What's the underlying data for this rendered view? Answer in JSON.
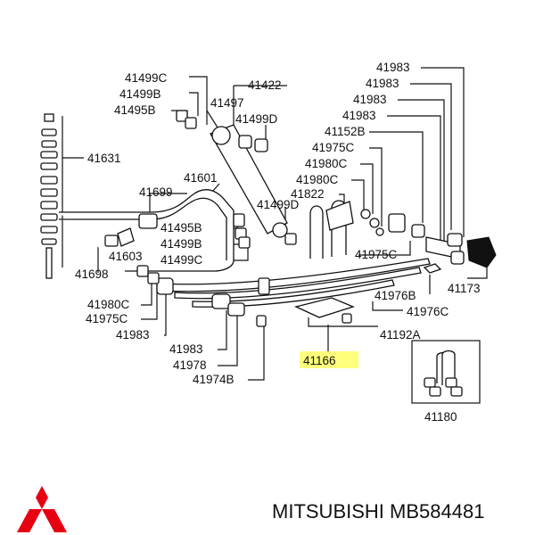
{
  "labels": {
    "p41499C_top": "41499C",
    "p41499B_top": "41499B",
    "p41495B_top": "41495B",
    "p41422": "41422",
    "p41497": "41497",
    "p41499D": "41499D",
    "p41631": "41631",
    "p41601": "41601",
    "p41699": "41699",
    "p41499D_mid": "41499D",
    "p41495B_mid": "41495B",
    "p41499B_mid": "41499B",
    "p41499C_mid": "41499C",
    "p41603": "41603",
    "p41698": "41698",
    "p41983_r1": "41983",
    "p41983_r2": "41983",
    "p41983_r3": "41983",
    "p41983_r4": "41983",
    "p41152B": "41152B",
    "p41975C_r": "41975C",
    "p41980C_r": "41980C",
    "p41980C_r2": "41980C",
    "p41822": "41822",
    "p41975C_r2": "41975C",
    "p41173": "41173",
    "p41976B": "41976B",
    "p41976C": "41976C",
    "p41192A": "41192A",
    "p41980C_l": "41980C",
    "p41975C_l": "41975C",
    "p41983_l": "41983",
    "p41983_c": "41983",
    "p41978": "41978",
    "p41974B": "41974B",
    "p41166": "41166",
    "p41180": "41180"
  },
  "colors": {
    "highlight": "#ffff66",
    "logo": "#e60012",
    "ink": "#111111"
  },
  "footer": {
    "brand_part": "MITSUBISHI MB584481"
  },
  "logo": {
    "icon": "mitsubishi-three-diamonds-icon"
  }
}
